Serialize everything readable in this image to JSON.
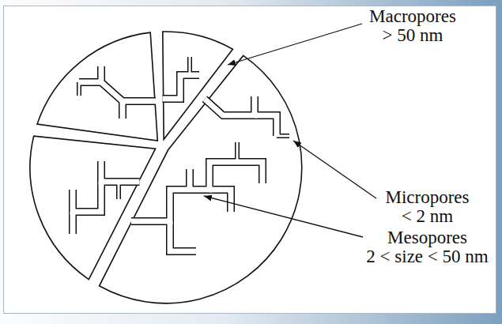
{
  "diagram": {
    "labels": [
      "Macropores > 50 nm",
      "Micropores < 2 nm",
      "Mesopores 2 < size < 50 nm"
    ]
  }
}
